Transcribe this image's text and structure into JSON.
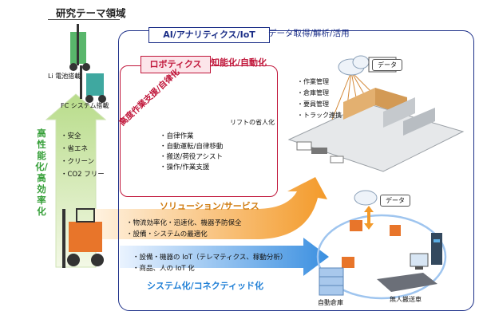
{
  "header": {
    "title": "研究テーマ領域"
  },
  "ai": {
    "label": "AI/アナリティクス/IoT",
    "data_label": "データ取得/解析/活用"
  },
  "robotics": {
    "tag": "ロボティクス",
    "sub": "知能化/自動化",
    "diagonal": "高度作業支援/自律化",
    "items": [
      "・自律作業",
      "・自動運転/自律移動",
      "・搬送/荷役アシスト",
      "・操作/作業支援"
    ],
    "forklift_caption": "リフトの省人化"
  },
  "left": {
    "vertical": "高性能化/高効率化",
    "items": [
      "・安全",
      "・省エネ",
      "・クリーン",
      "・CO2 フリー"
    ],
    "li_caption": "Li 電池搭載",
    "fc_caption": "FC システム搭載"
  },
  "solution": {
    "label": "ソリューション/サービス",
    "items": [
      "・物流効率化・迅速化、機器予防保全",
      "・設備・システムの最適化"
    ]
  },
  "system": {
    "label": "システム化/コネクティッド化",
    "items": [
      "・設備・機器の IoT（テレマティクス、稼動分析）",
      "・商品、人の IoT 化"
    ]
  },
  "warehouse": {
    "items": [
      "・作業管理",
      "・倉庫管理",
      "・要員管理",
      "・トラック連携"
    ]
  },
  "data_badge_top": "データ",
  "data_badge_bottom": "データ",
  "auto_warehouse": "自動倉庫",
  "agv": "無人搬送車",
  "colors": {
    "navy": "#1c2f88",
    "red": "#c0163a",
    "orange": "#e8891a",
    "blue": "#3a8fe0",
    "green": "#37a03a"
  }
}
